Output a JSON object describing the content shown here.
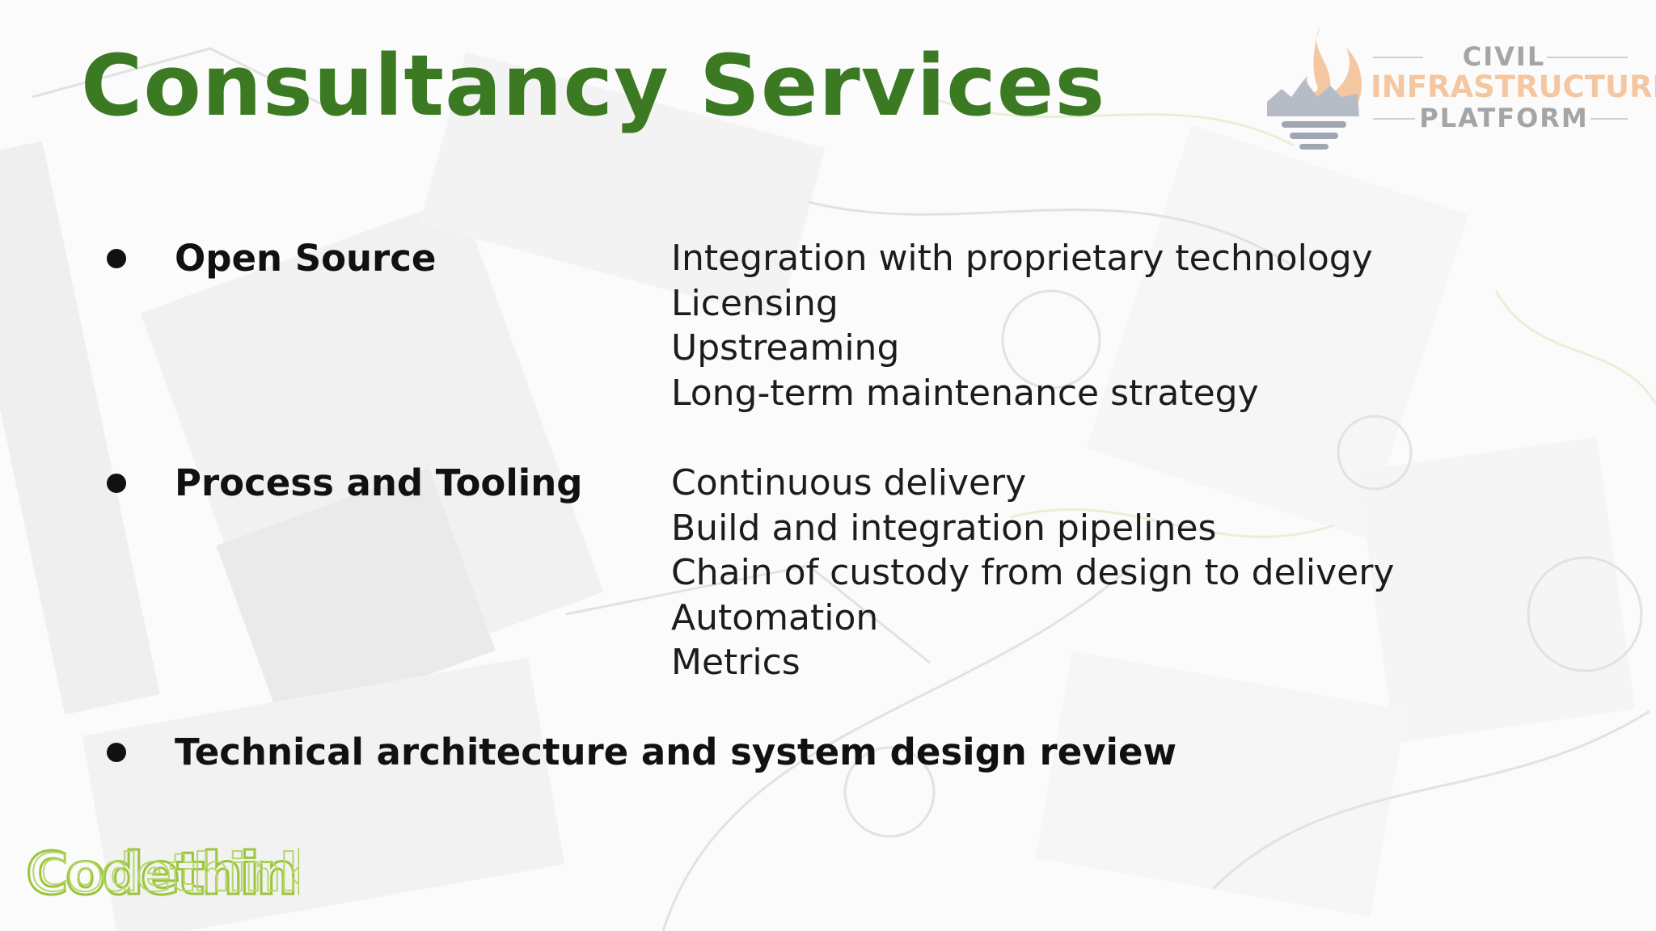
{
  "slide": {
    "title": "Consultancy Services",
    "sections": [
      {
        "heading": "Open Source",
        "items": [
          "Integration with proprietary technology",
          "Licensing",
          "Upstreaming",
          "Long-term maintenance strategy"
        ]
      },
      {
        "heading": "Process and Tooling",
        "items": [
          "Continuous delivery",
          "Build and integration pipelines",
          "Chain of custody from design to delivery",
          "Automation",
          "Metrics"
        ]
      },
      {
        "heading": "Technical architecture and system design review",
        "items": []
      }
    ]
  },
  "cip_logo": {
    "line1": "CIVIL",
    "line2": "INFRASTRUCTURE",
    "line3": "PLATFORM"
  },
  "codethink_logo": {
    "text": "Codethink"
  },
  "colors": {
    "title": "#3b7a22",
    "codethink": "#9bc53d",
    "cip_orange": "#f4c7a0",
    "cip_grey": "#a5a5a5"
  },
  "icons": [
    "bullet-dot-icon",
    "cip-flame-logo-icon",
    "codethink-logo"
  ]
}
